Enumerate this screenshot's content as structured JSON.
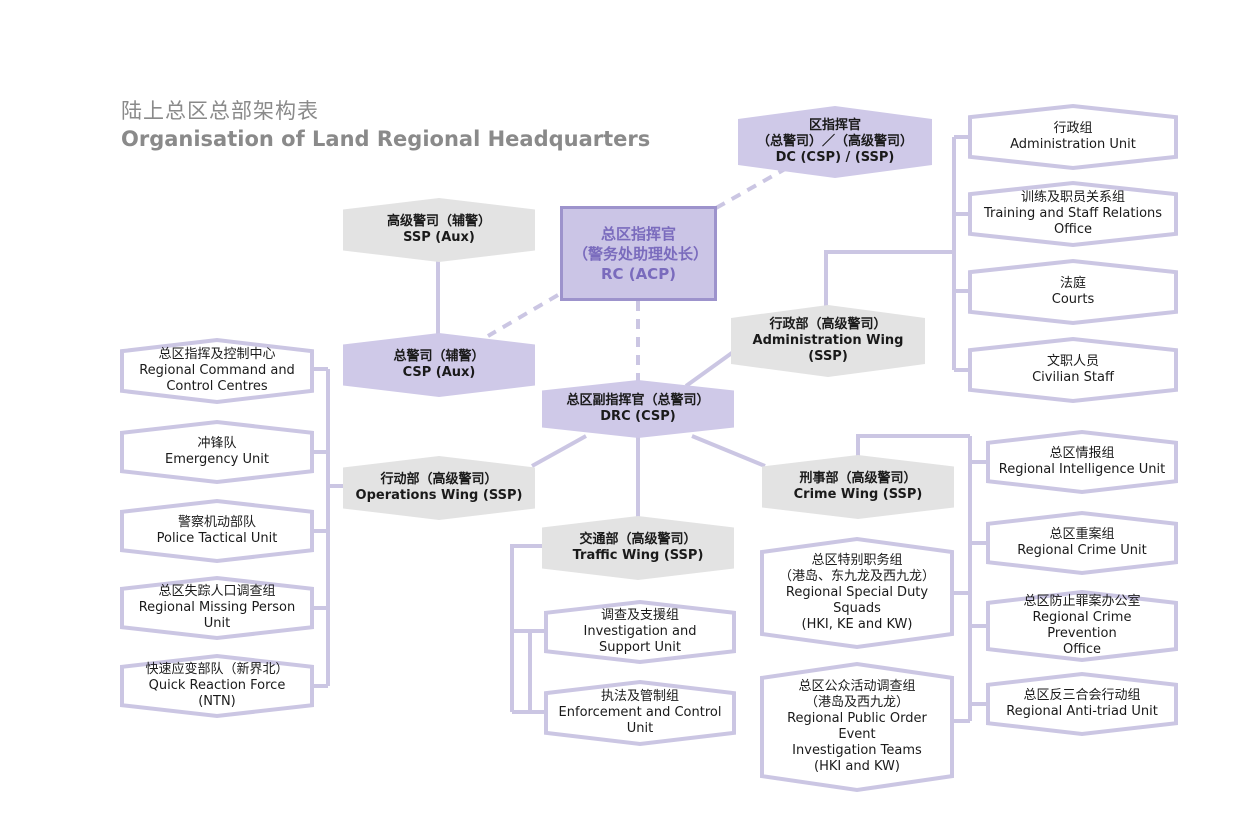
{
  "title": {
    "zh": "陆上总区总部架构表",
    "en": "Organisation of Land Regional Headquarters"
  },
  "colors": {
    "line": "#cbc6e3",
    "head_fill": "#cbc5e6",
    "head_border": "#9d93cc",
    "head_text": "#7a6bbd",
    "purple_fill": "#cfc9e8",
    "grey_fill": "#e3e3e3",
    "outline": "#cbc6e3",
    "title_text": "#8a8a8a"
  },
  "nodes": {
    "rc": {
      "zh": "总区指挥官",
      "zh2": "（警务处助理处长）",
      "en": "RC (ACP)"
    },
    "dc": {
      "zh": "区指挥官",
      "zh2": "（总警司）／（高级警司）",
      "en": "DC (CSP) / (SSP)"
    },
    "ssp_aux": {
      "zh": "高级警司（辅警）",
      "en": "SSP (Aux)"
    },
    "csp_aux": {
      "zh": "总警司（辅警）",
      "en": "CSP (Aux)"
    },
    "drc": {
      "zh": "总区副指挥官（总警司）",
      "en": "DRC (CSP)"
    },
    "admin_wing": {
      "zh": "行政部（高级警司）",
      "en": "Administration Wing (SSP)"
    },
    "ops_wing": {
      "zh": "行动部（高级警司）",
      "en": "Operations Wing (SSP)"
    },
    "crime_wing": {
      "zh": "刑事部（高级警司）",
      "en": "Crime Wing (SSP)"
    },
    "traffic_wing": {
      "zh": "交通部（高级警司）",
      "en": "Traffic Wing (SSP)"
    },
    "admin_unit": {
      "zh": "行政组",
      "en": "Administration Unit"
    },
    "training": {
      "zh": "训练及职员关系组",
      "en": "Training and Staff Relations Office"
    },
    "courts": {
      "zh": "法庭",
      "en": "Courts"
    },
    "civilian": {
      "zh": "文职人员",
      "en": "Civilian Staff"
    },
    "rccc": {
      "zh": "总区指挥及控制中心",
      "en": "Regional Command and",
      "en2": "Control Centres"
    },
    "eu": {
      "zh": "冲锋队",
      "en": "Emergency Unit"
    },
    "ptu": {
      "zh": "警察机动部队",
      "en": "Police Tactical Unit"
    },
    "rmpu": {
      "zh": "总区失踪人口调查组",
      "en": "Regional Missing Person Unit"
    },
    "qrf": {
      "zh": "快速应变部队（新界北）",
      "en": "Quick Reaction Force (NTN)"
    },
    "isu": {
      "zh": "调查及支援组",
      "en": "Investigation and Support Unit"
    },
    "ecu": {
      "zh": "执法及管制组",
      "en": "Enforcement and Control Unit"
    },
    "rsds": {
      "zh": "总区特别职务组",
      "zh2": "（港岛、东九龙及西九龙）",
      "en": "Regional Special Duty Squads",
      "en2": "(HKI, KE and KW)"
    },
    "rpoeit": {
      "zh": "总区公众活动调查组",
      "zh2": "（港岛及西九龙）",
      "en": "Regional Public Order Event",
      "en2": "Investigation Teams",
      "en3": "(HKI and KW)"
    },
    "riu": {
      "zh": "总区情报组",
      "en": "Regional Intelligence Unit"
    },
    "rcu": {
      "zh": "总区重案组",
      "en": "Regional Crime Unit"
    },
    "rcpo": {
      "zh": "总区防止罪案办公室",
      "en": "Regional Crime Prevention",
      "en2": "Office"
    },
    "rau": {
      "zh": "总区反三合会行动组",
      "en": "Regional Anti-triad Unit"
    }
  }
}
